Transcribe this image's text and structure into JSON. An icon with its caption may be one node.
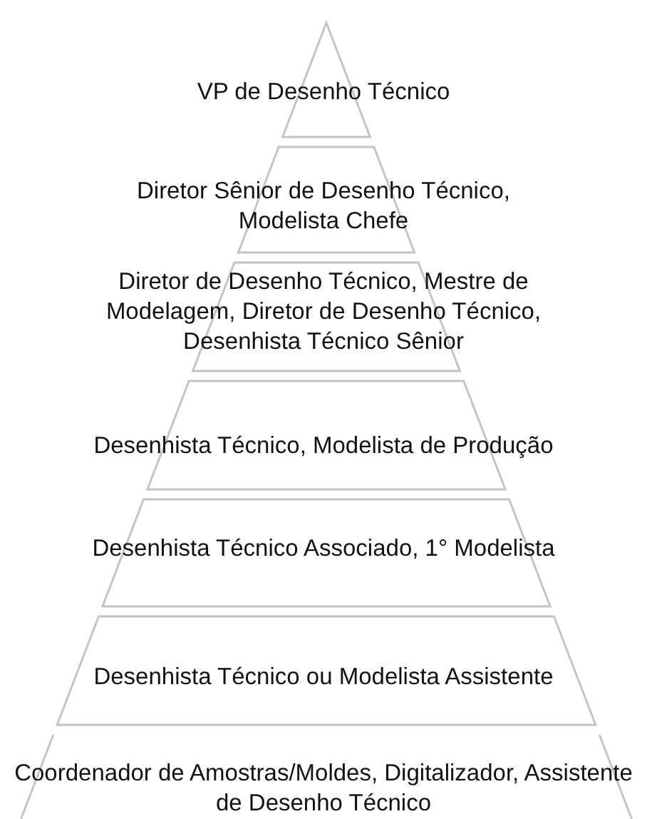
{
  "diagram": {
    "nodes": [
      {
        "text": [
          "VP de Desenho Técnico"
        ]
      },
      {
        "text": [
          "Diretor Sênior de Desenho Técnico, Modelista Chefe"
        ]
      },
      {
        "text": [
          "Diretor de Desenho Técnico, Mestre de Modelagem, Diretor de Desenho Técnico, Desenhista Técnico Sênior"
        ]
      },
      {
        "text": [
          "Desenhista Técnico, Modelista de Produção"
        ]
      },
      {
        "text": [
          "Desenhista Técnico Associado, 1° Modelista"
        ]
      },
      {
        "text": [
          "Desenhista Técnico ou Modelista Assistente"
        ]
      },
      {
        "text": [
          "Coordenador de Amostras/Moldes, Digitalizador, Assistente de Desenho Técnico"
        ]
      }
    ]
  }
}
